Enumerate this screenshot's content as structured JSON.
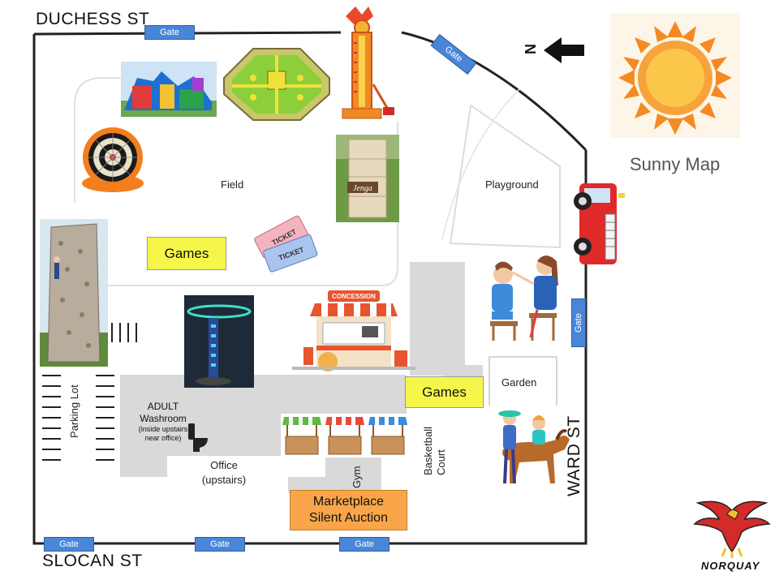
{
  "streets": {
    "north": "DUCHESS ST",
    "south": "SLOCAN ST",
    "east": "WARD ST"
  },
  "gate_label": "Gate",
  "compass": {
    "letter": "N",
    "icon": "west-arrow-icon"
  },
  "title": "Sunny Map",
  "logo_text": "NORQUAY",
  "areas": {
    "field": "Field",
    "playground": "Playground",
    "garden": "Garden",
    "parking_lot": "Parking Lot",
    "gym": "Gym",
    "basketball_court": "Basketball Court",
    "adult_washroom_title": "ADULT Washroom",
    "adult_washroom_note": "(inside upstairs near office)",
    "office": "Office (upstairs)"
  },
  "boxes": {
    "games_1": "Games",
    "games_2": "Games",
    "marketplace_line1": "Marketplace",
    "marketplace_line2": "Silent Auction"
  },
  "pictures": {
    "concession_sign": "CONCESSION",
    "ticket_text": "TICKET",
    "jenga_text": "Jenga"
  },
  "colors": {
    "gate": "#4a86d8",
    "games_box": "#f6f64a",
    "marketplace_box": "#f9a54a",
    "paths": "#d9d9d9",
    "sun": "#f5a623"
  }
}
